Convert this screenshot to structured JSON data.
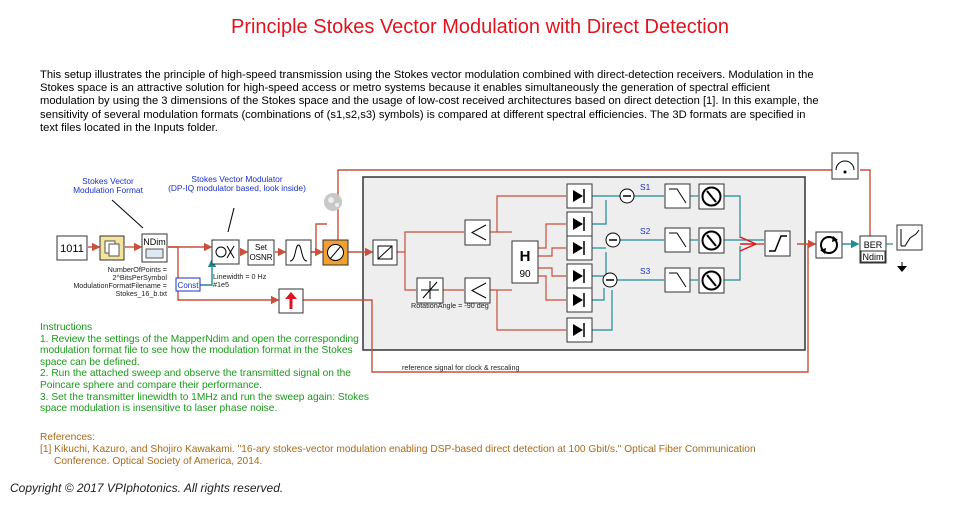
{
  "title": "Principle Stokes Vector Modulation with Direct Detection",
  "description": "This setup illustrates the principle of high-speed transmission using the Stokes vector modulation combined with direct-detection receivers. Modulation in the Stokes space is an attractive solution for high-speed access or metro systems because it enables simultaneously the generation of spectral efficient modulation by using the 3 dimensions of the Stokes space and the usage of low-cost received architectures based on direct detection [1]. In this example, the sensitivity of several  modulation formats (combinations of (s1,s2,s3) symbols) is compared at different spectral efficiencies. The 3D formats are specified in text files located in the Inputs folder.",
  "diagram": {
    "labels": {
      "stokes_format_line1": "Stokes Vector",
      "stokes_format_line2": "Modulation Format",
      "modulator_line1": "Stokes Vector Modulator",
      "modulator_line2": "(DP-IQ modulator based, look inside)",
      "params_line1": "NumberOfPoints =",
      "params_line2": "2^BitsPerSymbol",
      "params_line3": "ModulationFormatFilename =",
      "params_line4": "Stokes_16_b.txt",
      "linewidth_line1": "Linewidth = 0 Hz",
      "linewidth_line2": "#1e5",
      "rotation": "RotationAngle = -90 deg",
      "reference": "reference signal for clock & rescaling",
      "s1": "S1",
      "s2": "S2",
      "s3": "S3"
    },
    "blocks": {
      "binary_source": "1011",
      "mapper": "NDim",
      "set_osnr_line1": "Set",
      "set_osnr_line2": "OSNR",
      "const": "Const",
      "hybrid_h": "H",
      "hybrid_90": "90",
      "ber_line1": "BER",
      "ber_line2": "Ndim"
    },
    "colors": {
      "optical_link": "#c8503c",
      "electrical_link": "#1e8c96",
      "label_blue": "#1a32c8",
      "subsystem_fill": "#eeeeee"
    }
  },
  "instructions": {
    "heading": "Instructions",
    "steps": [
      "1. Review the settings of the MapperNdim and open the corresponding modulation format file to see how the modulation format in the Stokes space can be defined.",
      "2. Run the attached sweep and observe the transmitted signal on the Poincare sphere and compare their performance.",
      "3. Set the transmitter linewidth to 1MHz and run the sweep again: Stokes space modulation is insensitive to laser phase noise."
    ]
  },
  "references": {
    "heading": "References:",
    "ref1_line1": "[1] Kikuchi, Kazuro, and Shojiro Kawakami. \"16-ary stokes-vector modulation enabling DSP-based direct detection at 100 Gbit/s.\" Optical Fiber Communication",
    "ref1_line2": "Conference. Optical Society of America, 2014."
  },
  "copyright": "Copyright © 2017 VPIphotonics. All rights reserved."
}
